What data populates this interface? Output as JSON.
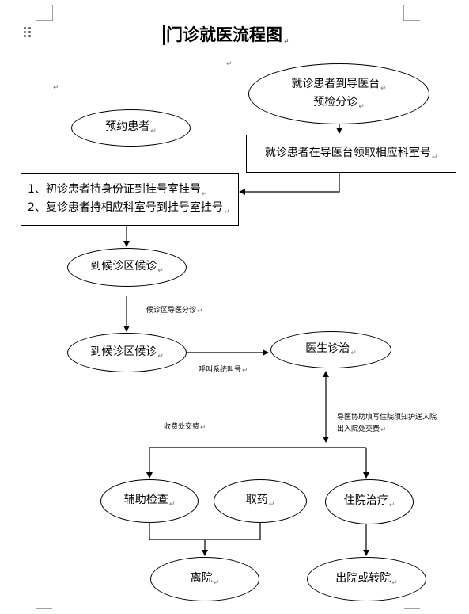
{
  "title": "门诊就医流程图",
  "paragraph_mark": "↵",
  "nodes": {
    "guide_desk": {
      "line1": "就诊患者到导医台",
      "line2": "预检分诊"
    },
    "appointment": {
      "text": "预约患者"
    },
    "get_room_number": {
      "text": "就诊患者在导医台领取相应科室号"
    },
    "register": {
      "line1": "1、初诊患者持身份证到挂号室挂号",
      "line2": "2、复诊患者持相应科室号到挂号室挂号"
    },
    "waiting_area_1": {
      "text": "到候诊区候诊"
    },
    "waiting_area_2": {
      "text": "到候诊区候诊"
    },
    "doctor": {
      "text": "医生诊治"
    },
    "auxiliary_exam": {
      "text": "辅助检查"
    },
    "get_medicine": {
      "text": "取药"
    },
    "hospitalization": {
      "text": "住院治疗"
    },
    "leave_hospital": {
      "text": "离院"
    },
    "discharge_transfer": {
      "text": "出院或转院"
    }
  },
  "edge_labels": {
    "triage": "候诊区导医分诊",
    "call_system": "呼叫系统叫号",
    "admission_line1": "导医协助填写住院须知护送入院",
    "admission_line2": "出入院处交费",
    "payment": "收费处交费"
  }
}
